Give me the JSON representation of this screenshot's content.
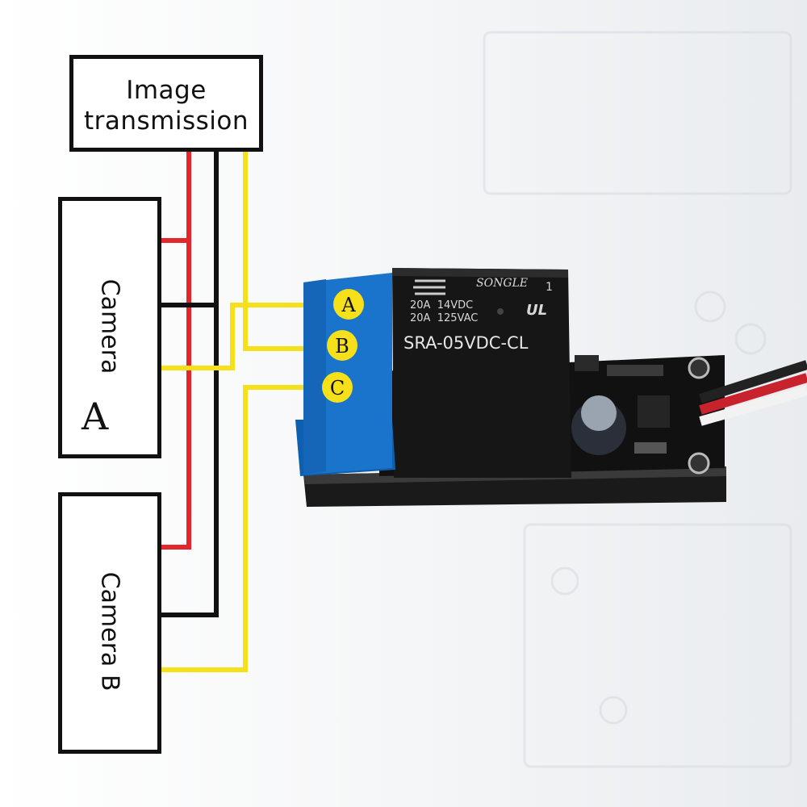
{
  "boxes": {
    "image_transmission": "Image\ntransmission",
    "camera_a": {
      "label": "Camera",
      "letter": "A"
    },
    "camera_b": {
      "label": "Camera B"
    }
  },
  "terminals": [
    "A",
    "B",
    "C"
  ],
  "relay": {
    "brand": "SONGLE",
    "mark": "1",
    "rating_1": "20A  14VDC",
    "rating_2": "20A  125VAC",
    "model": "SRA-05VDC-CL",
    "cert": "UL"
  },
  "wire_colors": {
    "red": "#e3262b",
    "black": "#111111",
    "yellow": "#f6e01a"
  }
}
